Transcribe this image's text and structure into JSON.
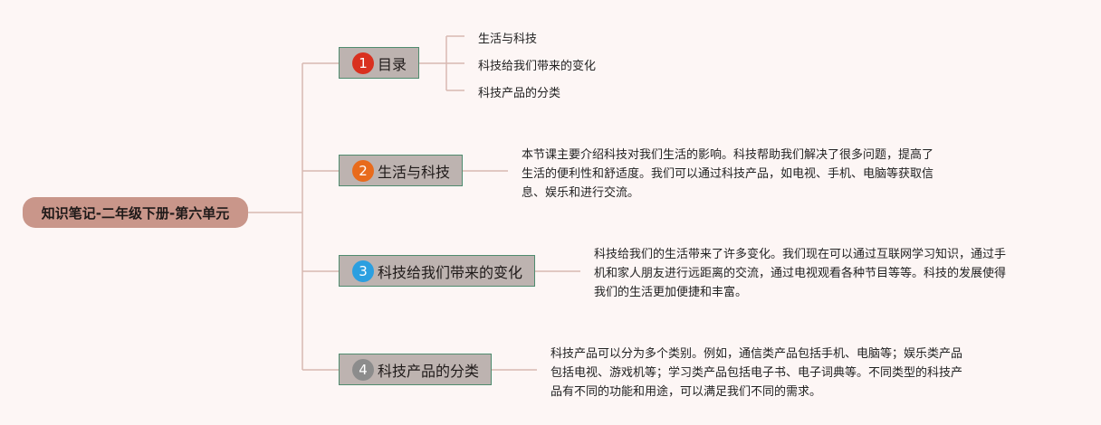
{
  "colors": {
    "background": "#fdf6f5",
    "root_fill": "#c9968a",
    "topic_fill": "#bdb3b0",
    "topic_border": "#4f8b6e",
    "connector": "#d8b9b2",
    "badge_1": "#d9301f",
    "badge_2": "#e86b1c",
    "badge_3": "#2b9fe0",
    "badge_4": "#8c8c8c"
  },
  "root": {
    "label": "知识笔记-二年级下册-第六单元"
  },
  "topics": [
    {
      "number": "1",
      "label": "目录",
      "children": [
        "生活与科技",
        "科技给我们带来的变化",
        "科技产品的分类"
      ]
    },
    {
      "number": "2",
      "label": "生活与科技",
      "detail_lines": [
        "本节课主要介绍科技对我们生活的影响。科技帮助我们解决了很多问题，提高了",
        "生活的便利性和舒适度。我们可以通过科技产品，如电视、手机、电脑等获取信",
        "息、娱乐和进行交流。"
      ]
    },
    {
      "number": "3",
      "label": "科技给我们带来的变化",
      "detail_lines": [
        "科技给我们的生活带来了许多变化。我们现在可以通过互联网学习知识，通过手",
        "机和家人朋友进行远距离的交流，通过电视观看各种节目等等。科技的发展使得",
        "我们的生活更加便捷和丰富。"
      ]
    },
    {
      "number": "4",
      "label": "科技产品的分类",
      "detail_lines": [
        "科技产品可以分为多个类别。例如，通信类产品包括手机、电脑等；娱乐类产品",
        "包括电视、游戏机等；学习类产品包括电子书、电子词典等。不同类型的科技产",
        "品有不同的功能和用途，可以满足我们不同的需求。"
      ]
    }
  ]
}
